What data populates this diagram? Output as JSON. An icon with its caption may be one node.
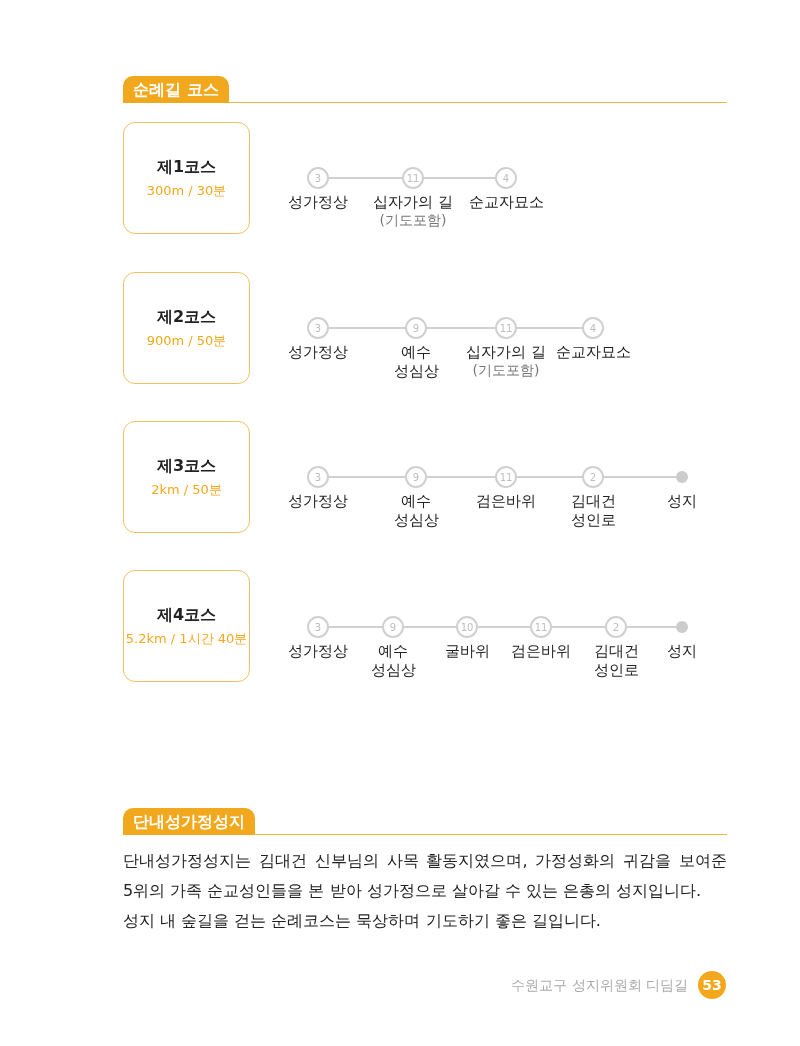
{
  "diagram": {
    "nodes": [
      {
        "text": [
          "순례길 코스"
        ]
      },
      {
        "text": [
          "제1코스",
          "300m / 30분"
        ]
      },
      {
        "text": [
          "3"
        ],
        "beside": [
          "성가정상"
        ]
      },
      {
        "text": [
          "11"
        ],
        "beside": [
          "십자가의 길",
          "(기도포함)"
        ]
      },
      {
        "text": [
          "4"
        ],
        "beside": [
          "순교자묘소"
        ]
      },
      {
        "text": [
          "제2코스",
          "900m / 50분"
        ]
      },
      {
        "text": [
          "3"
        ],
        "beside": [
          "성가정상"
        ]
      },
      {
        "text": [
          "9"
        ],
        "beside": [
          "예수 성심상"
        ]
      },
      {
        "text": [
          "11"
        ],
        "beside": [
          "십자가의 길",
          "(기도포함)"
        ]
      },
      {
        "text": [
          "4"
        ],
        "beside": [
          "순교자묘소"
        ]
      },
      {
        "text": [
          "제3코스",
          "2km / 50분"
        ]
      },
      {
        "text": [
          "3"
        ],
        "beside": [
          "성가정상"
        ]
      },
      {
        "text": [
          "9"
        ],
        "beside": [
          "예수 성심상"
        ]
      },
      {
        "text": [
          "11"
        ],
        "beside": [
          "검은바위"
        ]
      },
      {
        "text": [
          "2"
        ],
        "beside": [
          "김대건 성인로"
        ]
      },
      {
        "text": [],
        "shape": "circle",
        "beside": [
          "성지"
        ]
      },
      {
        "text": [
          "제4코스",
          "5.2km / 1시간 40분"
        ]
      },
      {
        "text": [
          "3"
        ],
        "beside": [
          "성가정상"
        ]
      },
      {
        "text": [
          "9"
        ],
        "beside": [
          "예수 성심상"
        ]
      },
      {
        "text": [
          "10"
        ],
        "beside": [
          "굴바위"
        ]
      },
      {
        "text": [
          "11"
        ],
        "beside": [
          "검은바위"
        ]
      },
      {
        "text": [
          "2"
        ],
        "beside": [
          "김대건 성인로"
        ]
      },
      {
        "text": [],
        "shape": "circle",
        "beside": [
          "성지"
        ]
      },
      {
        "text": [
          "단내성가정성지"
        ]
      },
      {
        "text": [
          "53"
        ]
      }
    ],
    "edges": [
      {
        "from": 2,
        "to": 3,
        "arrow": "none"
      },
      {
        "from": 3,
        "to": 4,
        "arrow": "none"
      },
      {
        "from": 6,
        "to": 7,
        "arrow": "none"
      },
      {
        "from": 7,
        "to": 8,
        "arrow": "none"
      },
      {
        "from": 8,
        "to": 9,
        "arrow": "none"
      },
      {
        "from": 11,
        "to": 12,
        "arrow": "none"
      },
      {
        "from": 12,
        "to": 13,
        "arrow": "none"
      },
      {
        "from": 13,
        "to": 14,
        "arrow": "none"
      },
      {
        "from": 14,
        "to": 15,
        "arrow": "none"
      },
      {
        "from": 17,
        "to": 18,
        "arrow": "none"
      },
      {
        "from": 18,
        "to": 19,
        "arrow": "none"
      },
      {
        "from": 19,
        "to": 20,
        "arrow": "none"
      },
      {
        "from": 20,
        "to": 21,
        "arrow": "none"
      },
      {
        "from": 21,
        "to": 22,
        "arrow": "none"
      }
    ],
    "labels": [
      "단내성가정성지는 김대건 신부님의 사목 활동지였으며, 가정성화의 귀감을 보여준 5위의 가족 순교성인들을 본 받아 성가정으로 살아갈 수 있는 은총의 성지입니다.",
      "성지 내 숲길을 걷는 순례코스는 묵상하며 기도하기 좋은 길입니다.",
      "수원교구 성지위원회 디딤길"
    ]
  }
}
